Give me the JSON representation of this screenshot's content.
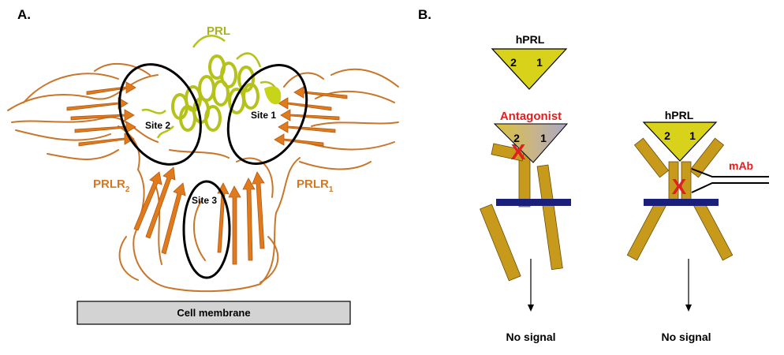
{
  "panel_a": {
    "label": "A.",
    "prl_label": "PRL",
    "prlr_left": {
      "main": "PRLR",
      "sub": "2"
    },
    "prlr_right": {
      "main": "PRLR",
      "sub": "1"
    },
    "sites": [
      "Site 2",
      "Site 1",
      "Site 3"
    ],
    "membrane_label": "Cell membrane"
  },
  "panel_b": {
    "label": "B.",
    "left": {
      "hprl_label": "hPRL",
      "hprl_sites": [
        "2",
        "1"
      ],
      "antagonist_label": "Antagonist",
      "antagonist_sites": [
        "2",
        "1"
      ],
      "block_mark": "X",
      "outcome": "No signal"
    },
    "right": {
      "hprl_label": "hPRL",
      "hprl_sites": [
        "2",
        "1"
      ],
      "mab_label": "mAb",
      "block_mark": "X",
      "outcome": "No signal"
    }
  },
  "colors": {
    "prl": "#b5c21a",
    "receptor_ribbon": "#e07a1c",
    "receptor_loop": "#c9762a",
    "hprl_fill": "#d8d21a",
    "receptor_bar": "#c79a1c",
    "membrane_bar": "#1a1f7a",
    "block_red": "#e02020",
    "membrane_box": "#d3d3d3"
  }
}
